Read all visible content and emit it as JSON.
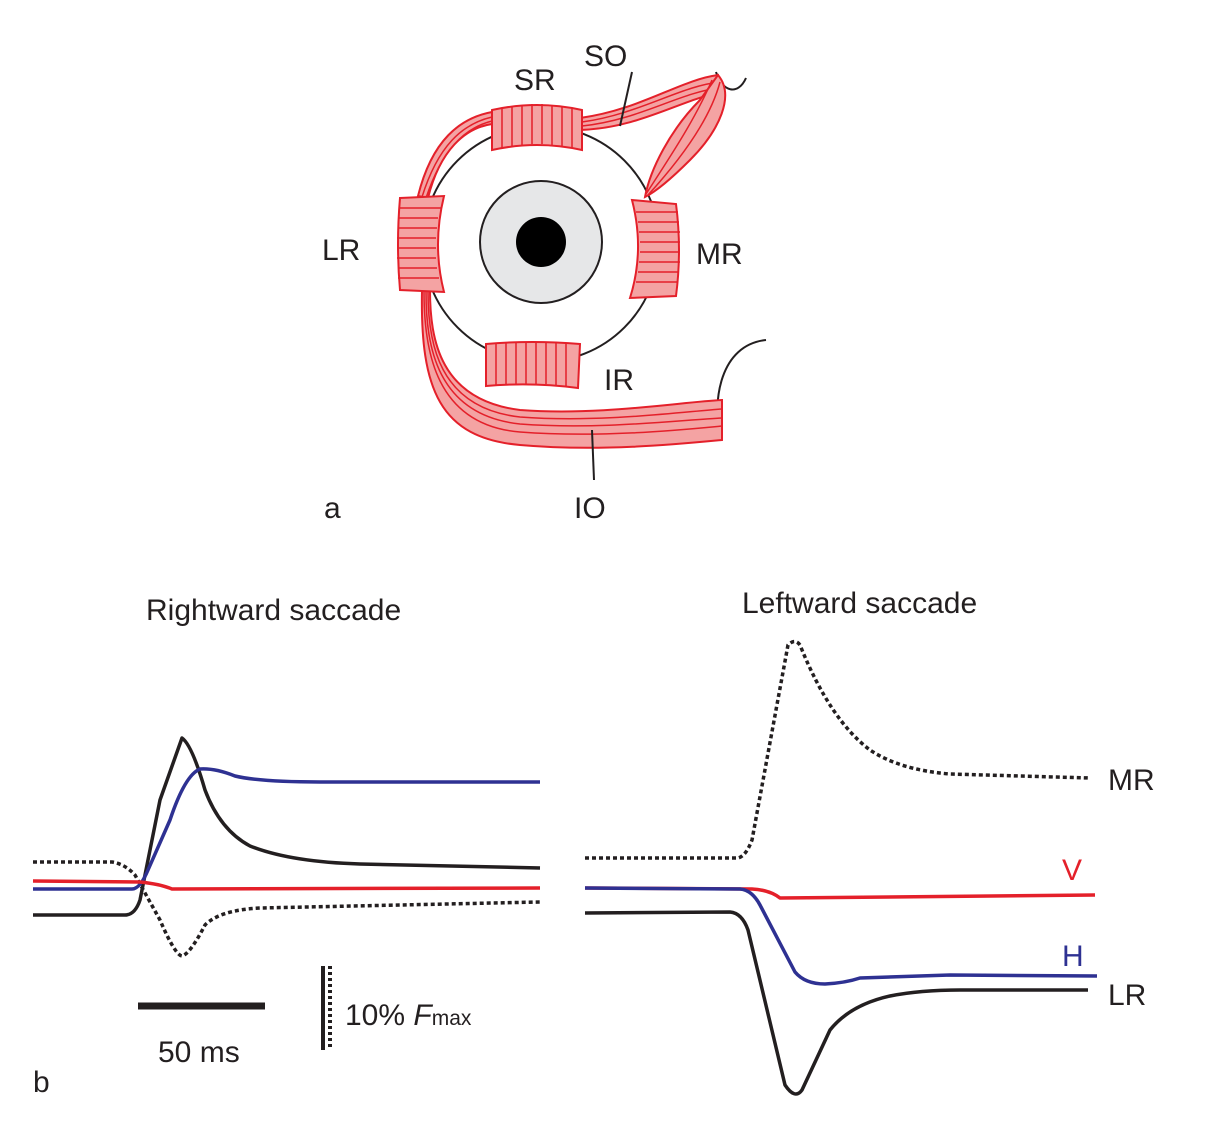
{
  "panel_a": {
    "label": "a",
    "muscles": {
      "SR": "SR",
      "SO": "SO",
      "LR": "LR",
      "MR": "MR",
      "IR": "IR",
      "IO": "IO"
    }
  },
  "panel_b": {
    "label": "b",
    "left_title": "Rightward saccade",
    "right_title": "Leftward saccade",
    "trace_labels": {
      "MR": "MR",
      "V": "V",
      "H": "H",
      "LR": "LR"
    },
    "scale_time": "50 ms",
    "scale_force_prefix": "10% ",
    "scale_force_symbol": "F",
    "scale_force_sub": "max"
  },
  "colors": {
    "muscle_fill": "#f4a3a3",
    "muscle_stroke": "#e4202a",
    "V": "#e4202a",
    "H": "#2e3192",
    "black": "#231f20"
  }
}
